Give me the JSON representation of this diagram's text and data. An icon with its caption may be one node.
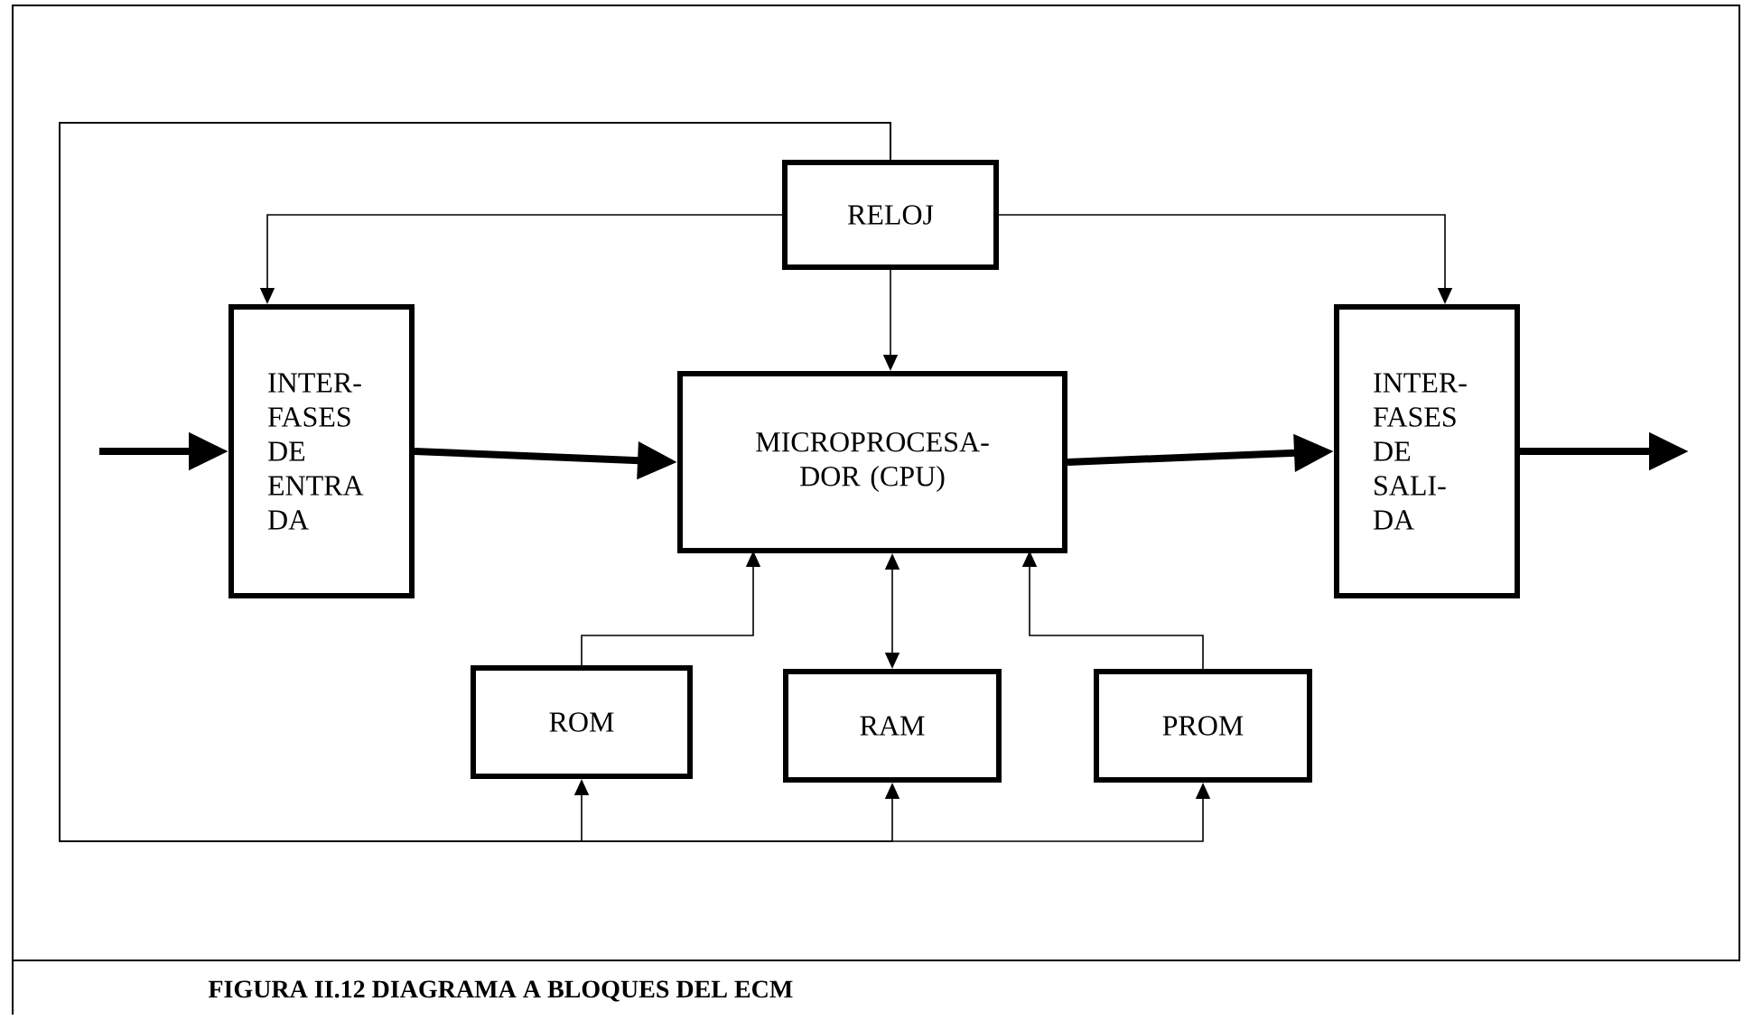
{
  "diagram": {
    "caption": "FIGURA II.12 DIAGRAMA A BLOQUES DEL ECM",
    "nodes": [
      {
        "text": [
          "RELOJ"
        ]
      },
      {
        "text": [
          "INTER- FASES DE ENTRA DA"
        ]
      },
      {
        "text": [
          "MICROPROCESA- DOR (CPU)"
        ]
      },
      {
        "text": [
          "INTER- FASES DE SALI- DA"
        ]
      },
      {
        "text": [
          "ROM"
        ]
      },
      {
        "text": [
          "RAM"
        ]
      },
      {
        "text": [
          "PROM"
        ]
      }
    ],
    "edges": [
      {
        "from": null,
        "to": 1,
        "arrow": "to",
        "style": "thick"
      },
      {
        "from": 1,
        "to": 2,
        "arrow": "to",
        "style": "thick"
      },
      {
        "from": 2,
        "to": 3,
        "arrow": "to",
        "style": "thick"
      },
      {
        "from": 3,
        "to": null,
        "arrow": "to",
        "style": "thick"
      },
      {
        "from": 0,
        "to": 1,
        "arrow": "to"
      },
      {
        "from": 0,
        "to": 2,
        "arrow": "to"
      },
      {
        "from": 0,
        "to": 3,
        "arrow": "to"
      },
      {
        "from": 4,
        "to": 2,
        "arrow": "to"
      },
      {
        "from": 5,
        "to": 2,
        "arrow": "both"
      },
      {
        "from": 6,
        "to": 2,
        "arrow": "to"
      },
      {
        "from": 0,
        "to": 4,
        "arrow": "to"
      },
      {
        "from": 0,
        "to": 5,
        "arrow": "to"
      },
      {
        "from": 0,
        "to": 6,
        "arrow": "to"
      }
    ]
  }
}
